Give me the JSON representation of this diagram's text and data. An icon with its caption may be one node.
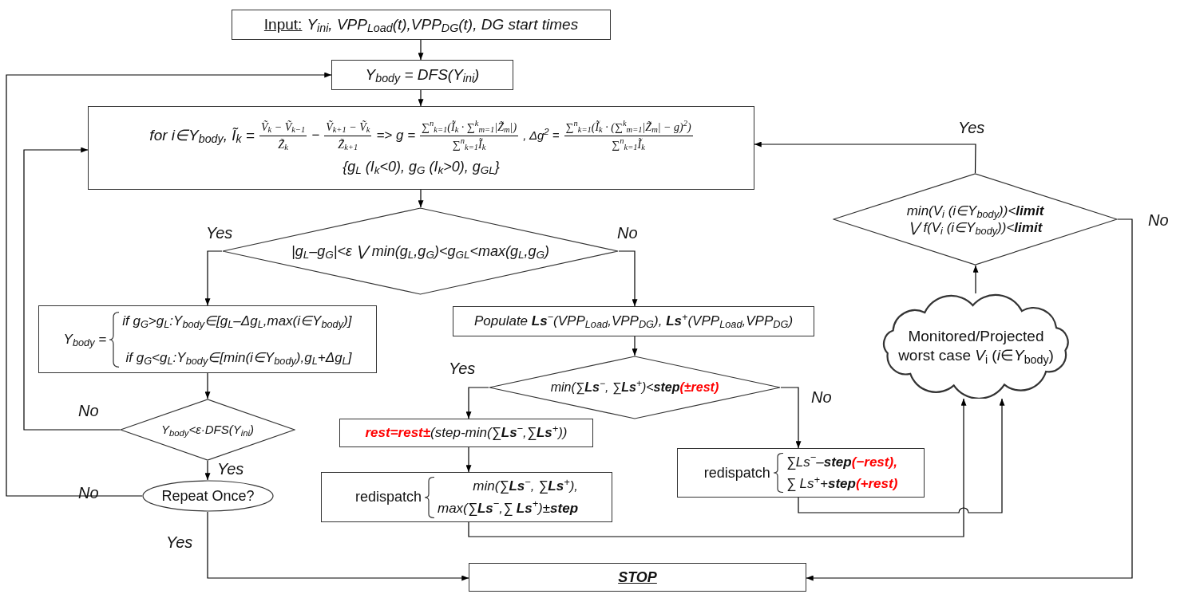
{
  "diagram": {
    "nodes": [
      {
        "text": [
          "Input:",
          "Y$_{ini}$, VPP$_{Load}$(t),VPP$_{DG}$(t), DG start times"
        ]
      },
      {
        "text": [
          "Y$_{body}$ = DFS(Y$_{ini}$)"
        ]
      },
      {
        "text": [
          "for i∈Y$_{body}$, Ĩ$_{k}$ =",
          "Ṽ$_{k}$ − Ṽ$_{k−1}$",
          "Z̃$_{k}$",
          "−",
          "Ṽ$_{k+1}$ − Ṽ$_{k}$",
          "Z̃$_{k+1}$",
          "=> g =",
          "∑$^{n}$$_{k=1}$(Ĩ$_{k}$ · ∑$^{k}$$_{m=1}$|Z̃$_{m}$|)",
          "∑$^{n}$$_{k=1}$Ĩ$_{k}$",
          ", Δg$^{2}$ =",
          "∑$^{n}$$_{k=1}$(Ĩ$_{k}$ · (∑$^{k}$$_{m=1}$|Z̃$_{m}$| − g)$^{2}$)",
          "∑$^{n}$$_{k=1}$Ĩ$_{k}$",
          "{g$_{L}$ (I$_{k}$<0), g$_{G}$ (I$_{k}$>0), g$_{GL}$}"
        ]
      },
      {
        "text": [
          "|g$_{L}$–g$_{G}$|<ε ⋁ min(g$_{L}$,g$_{G}$)<g$_{GL}$<max(g$_{L}$,g$_{G}$)"
        ]
      },
      {
        "text": [
          "Y$_{body}$ =",
          "if g$_{G}$>g$_{L}$:Y$_{body}$∈[g$_{L}$–Δg$_{L}$,max(i∈Y$_{body}$)]",
          "if g$_{G}$<g$_{L}$:Y$_{body}$∈[min(i∈Y$_{body}$),g$_{L}$+Δg$_{L}$]"
        ]
      },
      {
        "text": [
          "Populate **Ls**$^{−}$(VPP$_{Load}$,VPP$_{DG}$), **Ls**$^{+}$(VPP$_{Load}$,VPP$_{DG}$)"
        ]
      },
      {
        "text": [
          "Y$_{body}$<ε·DFS(Y$_{ini}$)"
        ]
      },
      {
        "text": [
          "min(∑**Ls**$^{−}$, ∑**Ls**$^{+}$)<**step**",
          "(±rest)"
        ]
      },
      {
        "text": [
          "rest=rest±",
          "(step-min(∑**Ls**$^{−}$,∑**Ls**$^{+}$))"
        ]
      },
      {
        "text": [
          "redispatch",
          "min(∑**Ls**$^{−}$, ∑**Ls**$^{+}$),",
          "max(∑**Ls**$^{−}$,∑ **Ls**$^{+}$)±**step**"
        ]
      },
      {
        "text": [
          "redispatch",
          "∑Ls$^{−}$–**step**",
          "(−rest),",
          "∑ Ls$^{+}$+**step**",
          "(+rest)"
        ]
      },
      {
        "text": [
          "Repeat Once?"
        ]
      },
      {
        "text": [
          "Monitored/Projected worst case *V*$_{i}$ (*i*∈*Y*$_{body}$)"
        ]
      },
      {
        "text": [
          "min(V$_{i}$ (i∈Y$_{body}$))<**limit**",
          "⋁ f(V$_{i}$ (i∈Y$_{body}$))<**limit**"
        ]
      },
      {
        "text": [
          "STOP"
        ]
      }
    ],
    "edges": [
      {
        "from": 0,
        "to": 1,
        "arrow": "to"
      },
      {
        "from": 1,
        "to": 2,
        "arrow": "to"
      },
      {
        "from": 2,
        "to": 3,
        "arrow": "to"
      },
      {
        "from": 3,
        "to": 4,
        "arrow": "to",
        "label": "Yes"
      },
      {
        "from": 3,
        "to": 5,
        "arrow": "to",
        "label": "No"
      },
      {
        "from": 4,
        "to": 6,
        "arrow": "to"
      },
      {
        "from": 6,
        "to": 2,
        "arrow": "to",
        "label": "No"
      },
      {
        "from": 6,
        "to": 11,
        "arrow": "to",
        "label": "Yes"
      },
      {
        "from": 11,
        "to": 1,
        "arrow": "to",
        "label": "No"
      },
      {
        "from": 11,
        "to": 14,
        "arrow": "to",
        "label": "Yes"
      },
      {
        "from": 5,
        "to": 7,
        "arrow": "to"
      },
      {
        "from": 7,
        "to": 8,
        "arrow": "to",
        "label": "Yes"
      },
      {
        "from": 7,
        "to": 10,
        "arrow": "to",
        "label": "No"
      },
      {
        "from": 8,
        "to": 9,
        "arrow": "to"
      },
      {
        "from": 9,
        "to": 12,
        "arrow": "to"
      },
      {
        "from": 10,
        "to": 12,
        "arrow": "to"
      },
      {
        "from": 12,
        "to": 13,
        "arrow": "to"
      },
      {
        "from": 13,
        "to": 2,
        "arrow": "to",
        "label": "Yes"
      },
      {
        "from": 13,
        "to": 14,
        "arrow": "to",
        "label": "No"
      }
    ]
  }
}
